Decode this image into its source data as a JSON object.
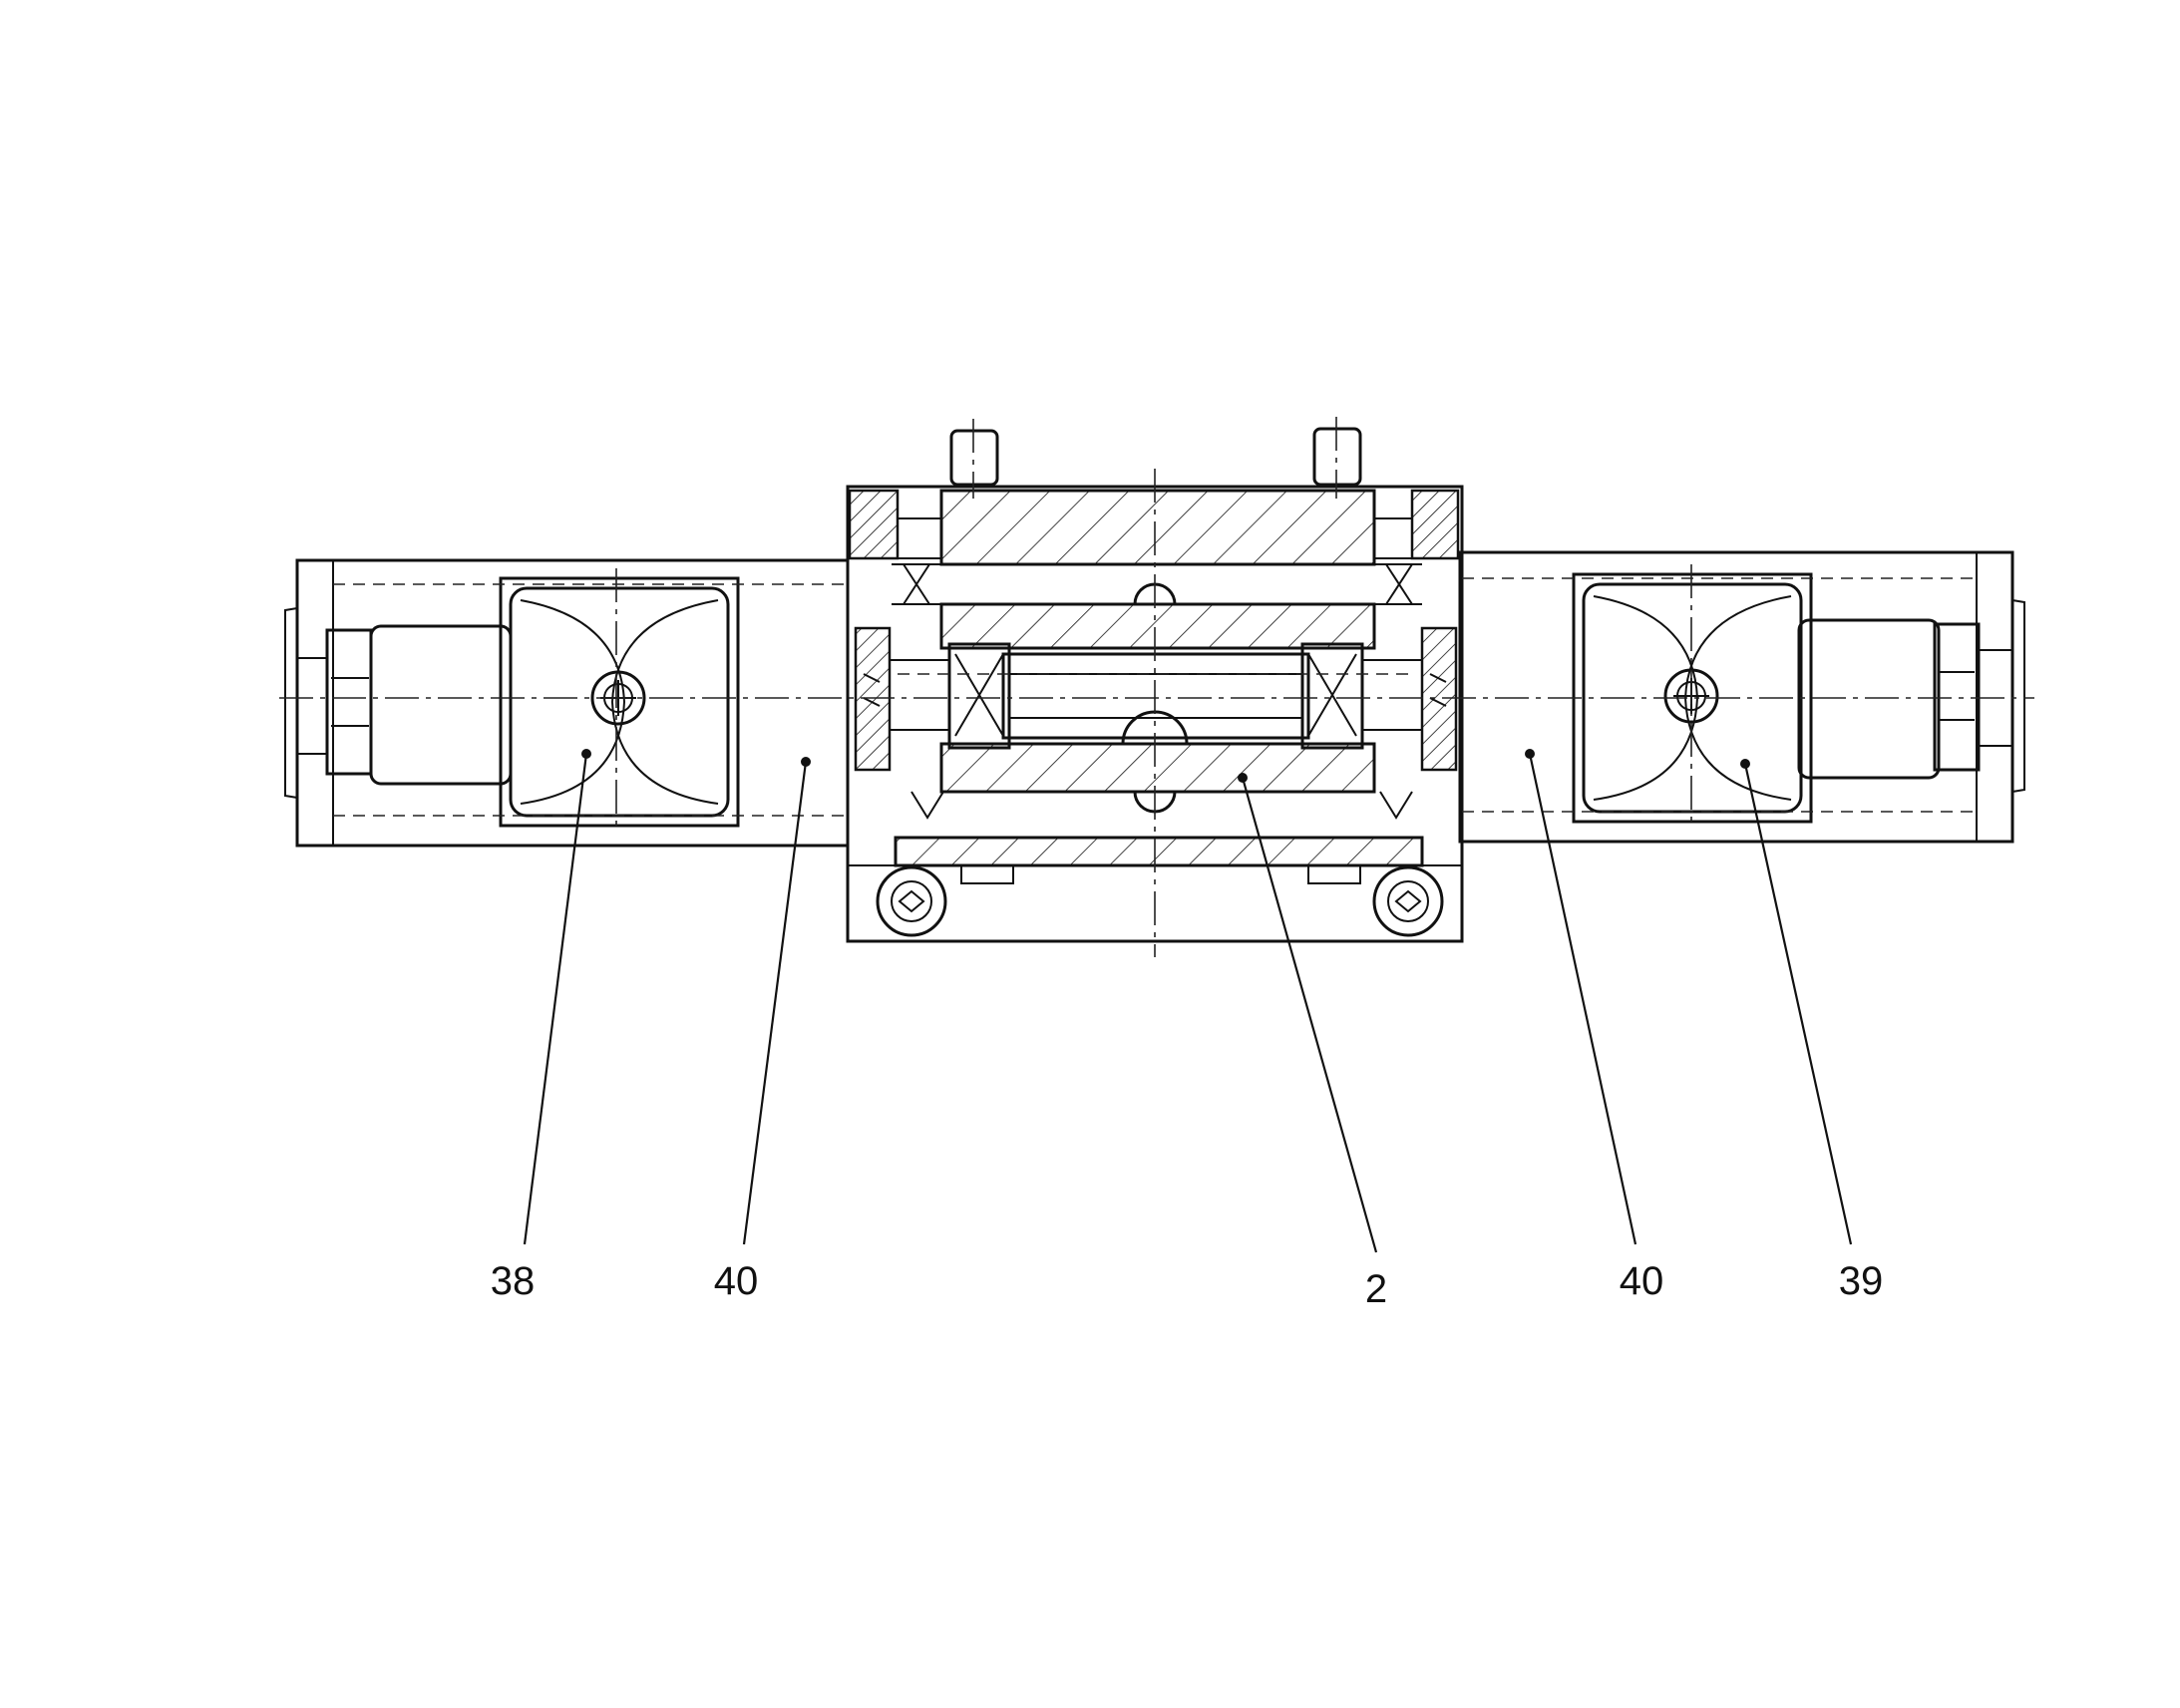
{
  "callouts": [
    {
      "id": "coil-left",
      "label": "38"
    },
    {
      "id": "spacer-left",
      "label": "40"
    },
    {
      "id": "valve-body",
      "label": "2"
    },
    {
      "id": "spacer-right",
      "label": "40"
    },
    {
      "id": "coil-right",
      "label": "39"
    }
  ],
  "icons": {
    "coil-screw": "phillips-screw-icon",
    "mount-bolt": "socket-bolt-icon"
  }
}
